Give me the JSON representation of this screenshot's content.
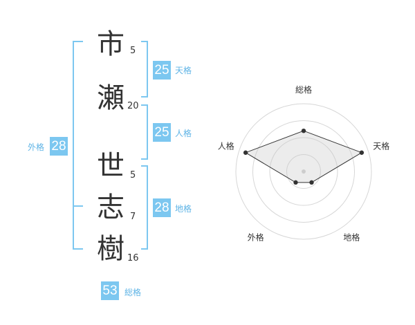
{
  "name": {
    "chars": [
      {
        "kanji": "市",
        "strokes": "5"
      },
      {
        "kanji": "瀬",
        "strokes": "20"
      },
      {
        "kanji": "世",
        "strokes": "5"
      },
      {
        "kanji": "志",
        "strokes": "7"
      },
      {
        "kanji": "樹",
        "strokes": "16"
      }
    ]
  },
  "kakusu": {
    "tenkaku": {
      "value": "25",
      "label": "天格"
    },
    "jinkaku": {
      "value": "25",
      "label": "人格"
    },
    "chikaku": {
      "value": "28",
      "label": "地格"
    },
    "gaikaku": {
      "value": "28",
      "label": "外格"
    },
    "soukaku": {
      "value": "53",
      "label": "総格"
    }
  },
  "colors": {
    "accent": "#7cc7f0",
    "label": "#5fb4e6",
    "text": "#333333"
  },
  "chart_data": {
    "type": "radar",
    "axes": [
      "総格",
      "天格",
      "地格",
      "外格",
      "人格"
    ],
    "values": [
      0.6,
      0.9,
      0.2,
      0.2,
      0.9
    ],
    "rings": 4
  }
}
